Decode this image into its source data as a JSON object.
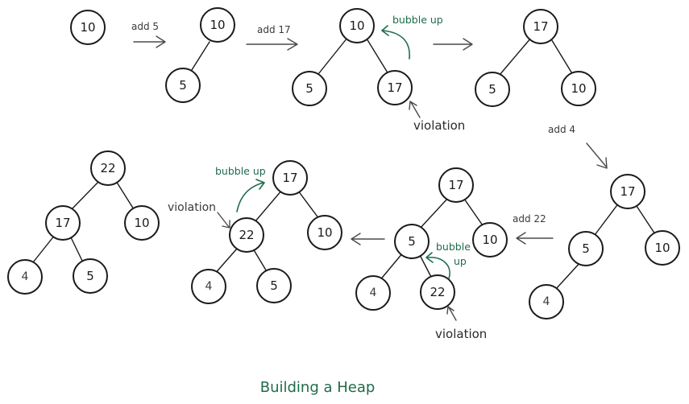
{
  "title": "Building a Heap",
  "steps": {
    "s1": {
      "nodes": [
        "10"
      ]
    },
    "s2": {
      "nodes": [
        "10",
        "5"
      ]
    },
    "s3": {
      "nodes": [
        "10",
        "5",
        "17"
      ]
    },
    "s4": {
      "nodes": [
        "17",
        "5",
        "10"
      ]
    },
    "s5": {
      "nodes": [
        "17",
        "5",
        "10",
        "4"
      ]
    },
    "s6": {
      "nodes": [
        "17",
        "5",
        "10",
        "4",
        "22"
      ]
    },
    "s7": {
      "nodes": [
        "17",
        "22",
        "10",
        "4",
        "5"
      ]
    },
    "s8": {
      "nodes": [
        "22",
        "17",
        "10",
        "4",
        "5"
      ]
    }
  },
  "operations": {
    "add5": "add 5",
    "add17": "add 17",
    "add4": "add 4",
    "add22": "add 22"
  },
  "annotations": {
    "bubble_up": "bubble up",
    "bubble": "bubble",
    "up": "up",
    "violation": "violation"
  },
  "colors": {
    "ink": "#1a1a1a",
    "accent_green": "#1f6b4a",
    "arrow_gray": "#4a4a4a"
  }
}
